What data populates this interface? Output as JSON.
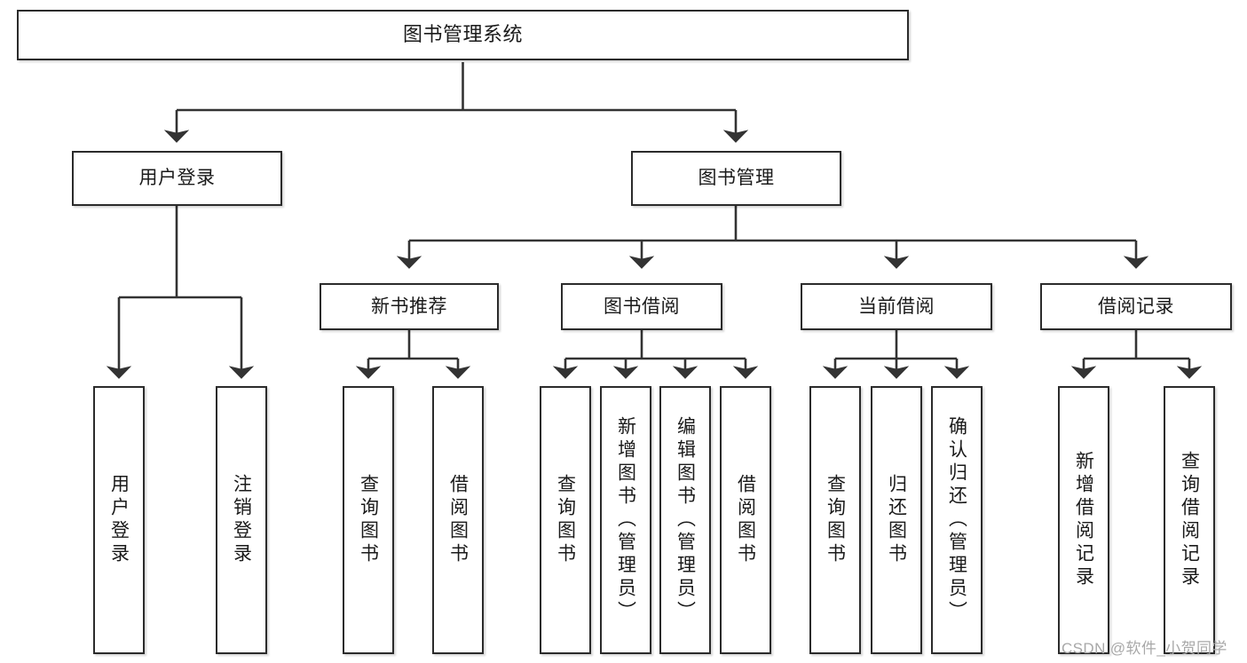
{
  "diagram": {
    "type": "tree-hierarchy",
    "title": "图书管理系统",
    "orientation": "top-down",
    "colors": {
      "background": "#ffffff",
      "node_fill": "#ffffff",
      "node_border": "#2b2b2b",
      "text": "#1a1a1a",
      "edge": "#333333",
      "watermark": "#a8a8a8"
    },
    "nodes": {
      "root": {
        "label": "图书管理系统",
        "level": 0
      },
      "level1": [
        {
          "id": "user-login",
          "label": "用户登录"
        },
        {
          "id": "book-management",
          "label": "图书管理"
        }
      ],
      "level2": [
        {
          "id": "new-book-recommend",
          "label": "新书推荐",
          "parent": "book-management"
        },
        {
          "id": "book-borrow",
          "label": "图书借阅",
          "parent": "book-management"
        },
        {
          "id": "current-borrow",
          "label": "当前借阅",
          "parent": "book-management"
        },
        {
          "id": "borrow-record",
          "label": "借阅记录",
          "parent": "book-management"
        }
      ],
      "leaves": {
        "user-login": [
          {
            "id": "leaf-user-login",
            "label": "用户登录"
          },
          {
            "id": "leaf-user-logout",
            "label": "注销登录"
          }
        ],
        "new-book-recommend": [
          {
            "id": "leaf-query-book-1",
            "label": "查询图书"
          },
          {
            "id": "leaf-borrow-book-1",
            "label": "借阅图书"
          }
        ],
        "book-borrow": [
          {
            "id": "leaf-query-book-2",
            "label": "查询图书"
          },
          {
            "id": "leaf-add-book",
            "label": "新增图书（管理员）"
          },
          {
            "id": "leaf-edit-book",
            "label": "编辑图书（管理员）"
          },
          {
            "id": "leaf-borrow-book-2",
            "label": "借阅图书"
          }
        ],
        "current-borrow": [
          {
            "id": "leaf-query-book-3",
            "label": "查询图书"
          },
          {
            "id": "leaf-return-book",
            "label": "归还图书"
          },
          {
            "id": "leaf-confirm-return",
            "label": "确认归还（管理员）"
          }
        ],
        "borrow-record": [
          {
            "id": "leaf-add-record",
            "label": "新增借阅记录"
          },
          {
            "id": "leaf-query-record",
            "label": "查询借阅记录"
          }
        ]
      }
    },
    "watermark": "CSDN @软件_小贺同学"
  }
}
